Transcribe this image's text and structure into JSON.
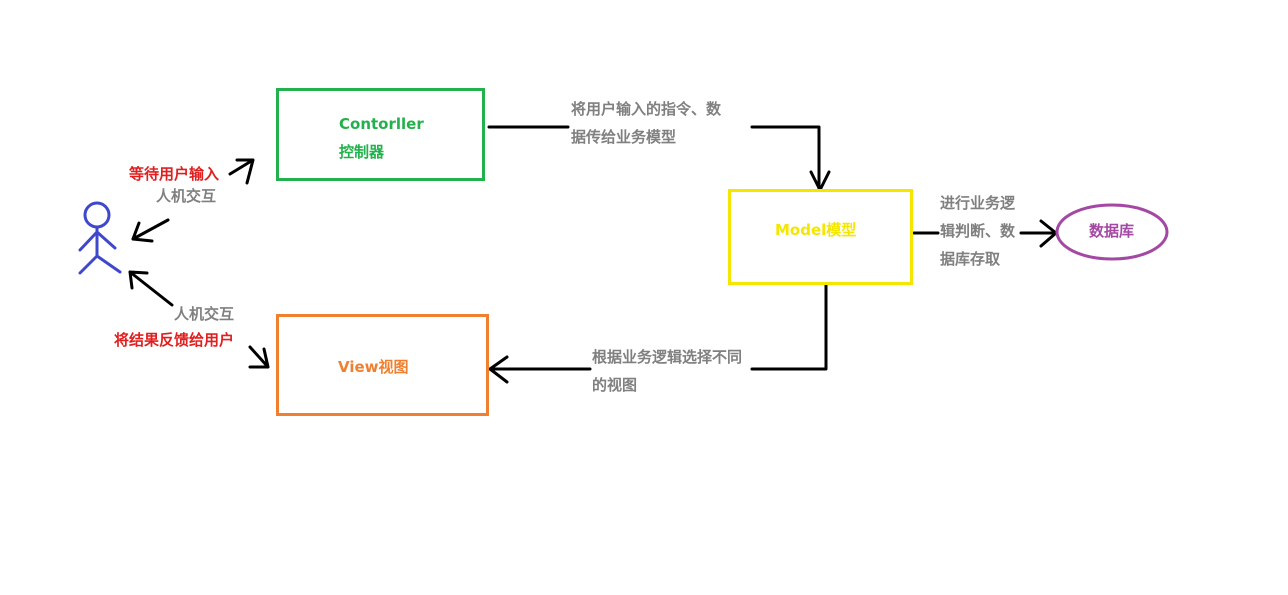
{
  "controller": {
    "title": "Contorller",
    "subtitle": "控制器",
    "color": "#22b14c"
  },
  "model": {
    "title": "Model模型",
    "color": "#f5e600"
  },
  "view": {
    "title": "View视图",
    "color": "#f08030"
  },
  "database": {
    "title": "数据库",
    "color": "#a349a4"
  },
  "user": {
    "icon": "stick-figure-icon",
    "color": "#3f48cc"
  },
  "edges": {
    "controller_to_model": {
      "line1": "将用户输入的指令、数",
      "line2": "据传给业务模型"
    },
    "model_to_db": {
      "line1": "进行业务逻",
      "line2": "辑判断、数",
      "line3": "据库存取"
    },
    "model_to_view": {
      "line1": "根据业务逻辑选择不同",
      "line2": "的视图"
    },
    "user_to_controller": {
      "action": "等待用户输入",
      "interaction": "人机交互"
    },
    "view_to_user": {
      "interaction": "人机交互",
      "action": "将结果反馈给用户"
    }
  },
  "colors": {
    "line": "#000000",
    "label_gray": "#808080",
    "label_red": "#e02020"
  }
}
